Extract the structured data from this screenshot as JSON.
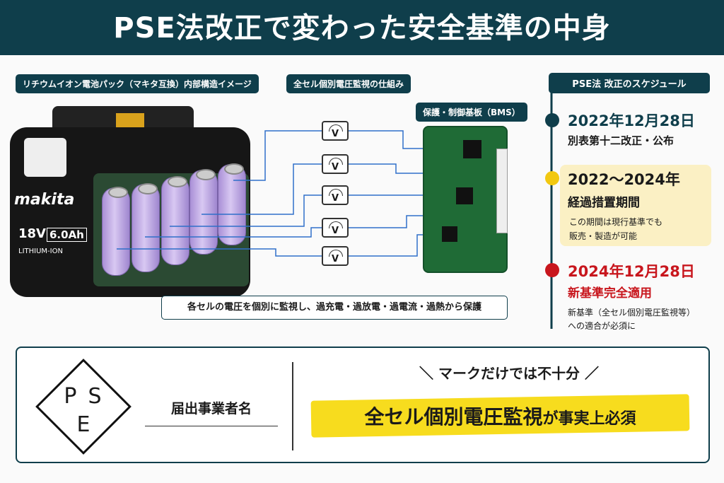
{
  "title": "PSE法改正で変わった安全基準の中身",
  "labels": {
    "battery": "リチウムイオン電池パック（マキタ互換）内部構造イメージ",
    "mechanism": "全セル個別電圧監視の仕組み",
    "bms": "保護・制御基板（BMS）"
  },
  "battery": {
    "brand": "makita",
    "voltage": "18V",
    "capacity": "6.0Ah",
    "type": "LITHIUM-ION"
  },
  "voltmeter_label": "V",
  "caption": "各セルの電圧を個別に監視し、過充電・過放電・過電流・過熱から保護",
  "schedule": {
    "header": "PSE法 改正のスケジュール",
    "events": [
      {
        "date": "2022年12月28日",
        "title": "別表第十二改正・公布",
        "color": "#0f3e4b"
      },
      {
        "date": "2022〜2024年",
        "title": "経過措置期間",
        "note1": "この期間は現行基準でも",
        "note2": "販売・製造が可能",
        "color": "#f2c811"
      },
      {
        "date": "2024年12月28日",
        "title": "新基準完全適用",
        "note1": "新基準（全セル個別電圧監視等）",
        "note2": "への適合が必須に",
        "color": "#c8161d"
      }
    ]
  },
  "bottom": {
    "pse_mark": {
      "top": "PS",
      "bottom": "E"
    },
    "notifier": "届出事業者名",
    "subhead": "マークだけでは不十分",
    "slash_left": "＼",
    "slash_right": "／",
    "highlight_main": "全セル個別電圧監視",
    "highlight_tail": "が事実上必須"
  }
}
